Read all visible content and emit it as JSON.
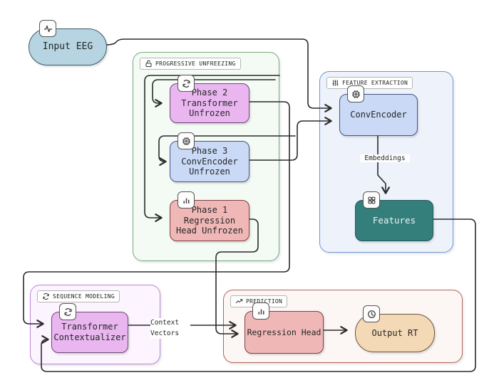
{
  "diagram": {
    "nodes": {
      "input_eeg": {
        "label": "Input EEG",
        "icon": "activity-icon",
        "fill": "#b6d4e2"
      },
      "phase2": {
        "label": "Phase 2\nTransformer\nUnfrozen",
        "icon": "refresh-icon",
        "fill": "#e9b6f0"
      },
      "phase3": {
        "label": "Phase 3\nConvEncoder\nUnfrozen",
        "icon": "chip-icon",
        "fill": "#c9d9f6"
      },
      "phase1": {
        "label": "Phase 1\nRegression\nHead Unfrozen",
        "icon": "bar-chart-icon",
        "fill": "#efb8b6"
      },
      "convencoder": {
        "label": "ConvEncoder",
        "icon": "chip-icon",
        "fill": "#c9d9f6"
      },
      "features": {
        "label": "Features",
        "icon": "grid-icon",
        "fill": "#347e7b"
      },
      "transformer": {
        "label": "Transformer\nContextualizer",
        "icon": "refresh-icon",
        "fill": "#e9b6f0"
      },
      "regression_head": {
        "label": "Regression Head",
        "icon": "bar-chart-icon",
        "fill": "#efb8b6"
      },
      "output_rt": {
        "label": "Output RT",
        "icon": "clock-icon",
        "fill": "#f4d9b6"
      }
    },
    "containers": {
      "progressive_unfreezing": {
        "label": "PROGRESSIVE UNFREEZING",
        "icon": "unlock-icon",
        "border": "#77aa7e"
      },
      "feature_extraction": {
        "label": "FEATURE EXTRACTION",
        "icon": "sliders-icon",
        "border": "#7096d8"
      },
      "sequence_modeling": {
        "label": "SEQUENCE MODELING",
        "icon": "refresh-icon",
        "border": "#bd86d8"
      },
      "prediction": {
        "label": "PREDICTION",
        "icon": "trending-up-icon",
        "border": "#b2645c"
      }
    },
    "edge_labels": {
      "embeddings": "Embeddings",
      "context_vectors": "Context\nVectors"
    },
    "edges": [
      {
        "from": "Input EEG",
        "to": "ConvEncoder"
      },
      {
        "from": "ConvEncoder",
        "to": "Features",
        "label": "Embeddings"
      },
      {
        "from": "Features",
        "to": "Transformer Contextualizer"
      },
      {
        "from": "Phase 2 Transformer Unfrozen",
        "to": "Transformer Contextualizer"
      },
      {
        "from": "Phase 3 ConvEncoder Unfrozen",
        "to": "ConvEncoder"
      },
      {
        "from": "Phase 1 Regression Head Unfrozen",
        "to": "Regression Head"
      },
      {
        "from": "Transformer Contextualizer",
        "to": "Regression Head",
        "label": "Context Vectors"
      },
      {
        "from": "Regression Head",
        "to": "Output RT"
      }
    ],
    "extra_incoming_arrows": [
      "Phase 1 Regression Head Unfrozen",
      "Phase 2 Transformer Unfrozen",
      "Phase 3 ConvEncoder Unfrozen"
    ],
    "line_color": "#2b2b2b"
  }
}
